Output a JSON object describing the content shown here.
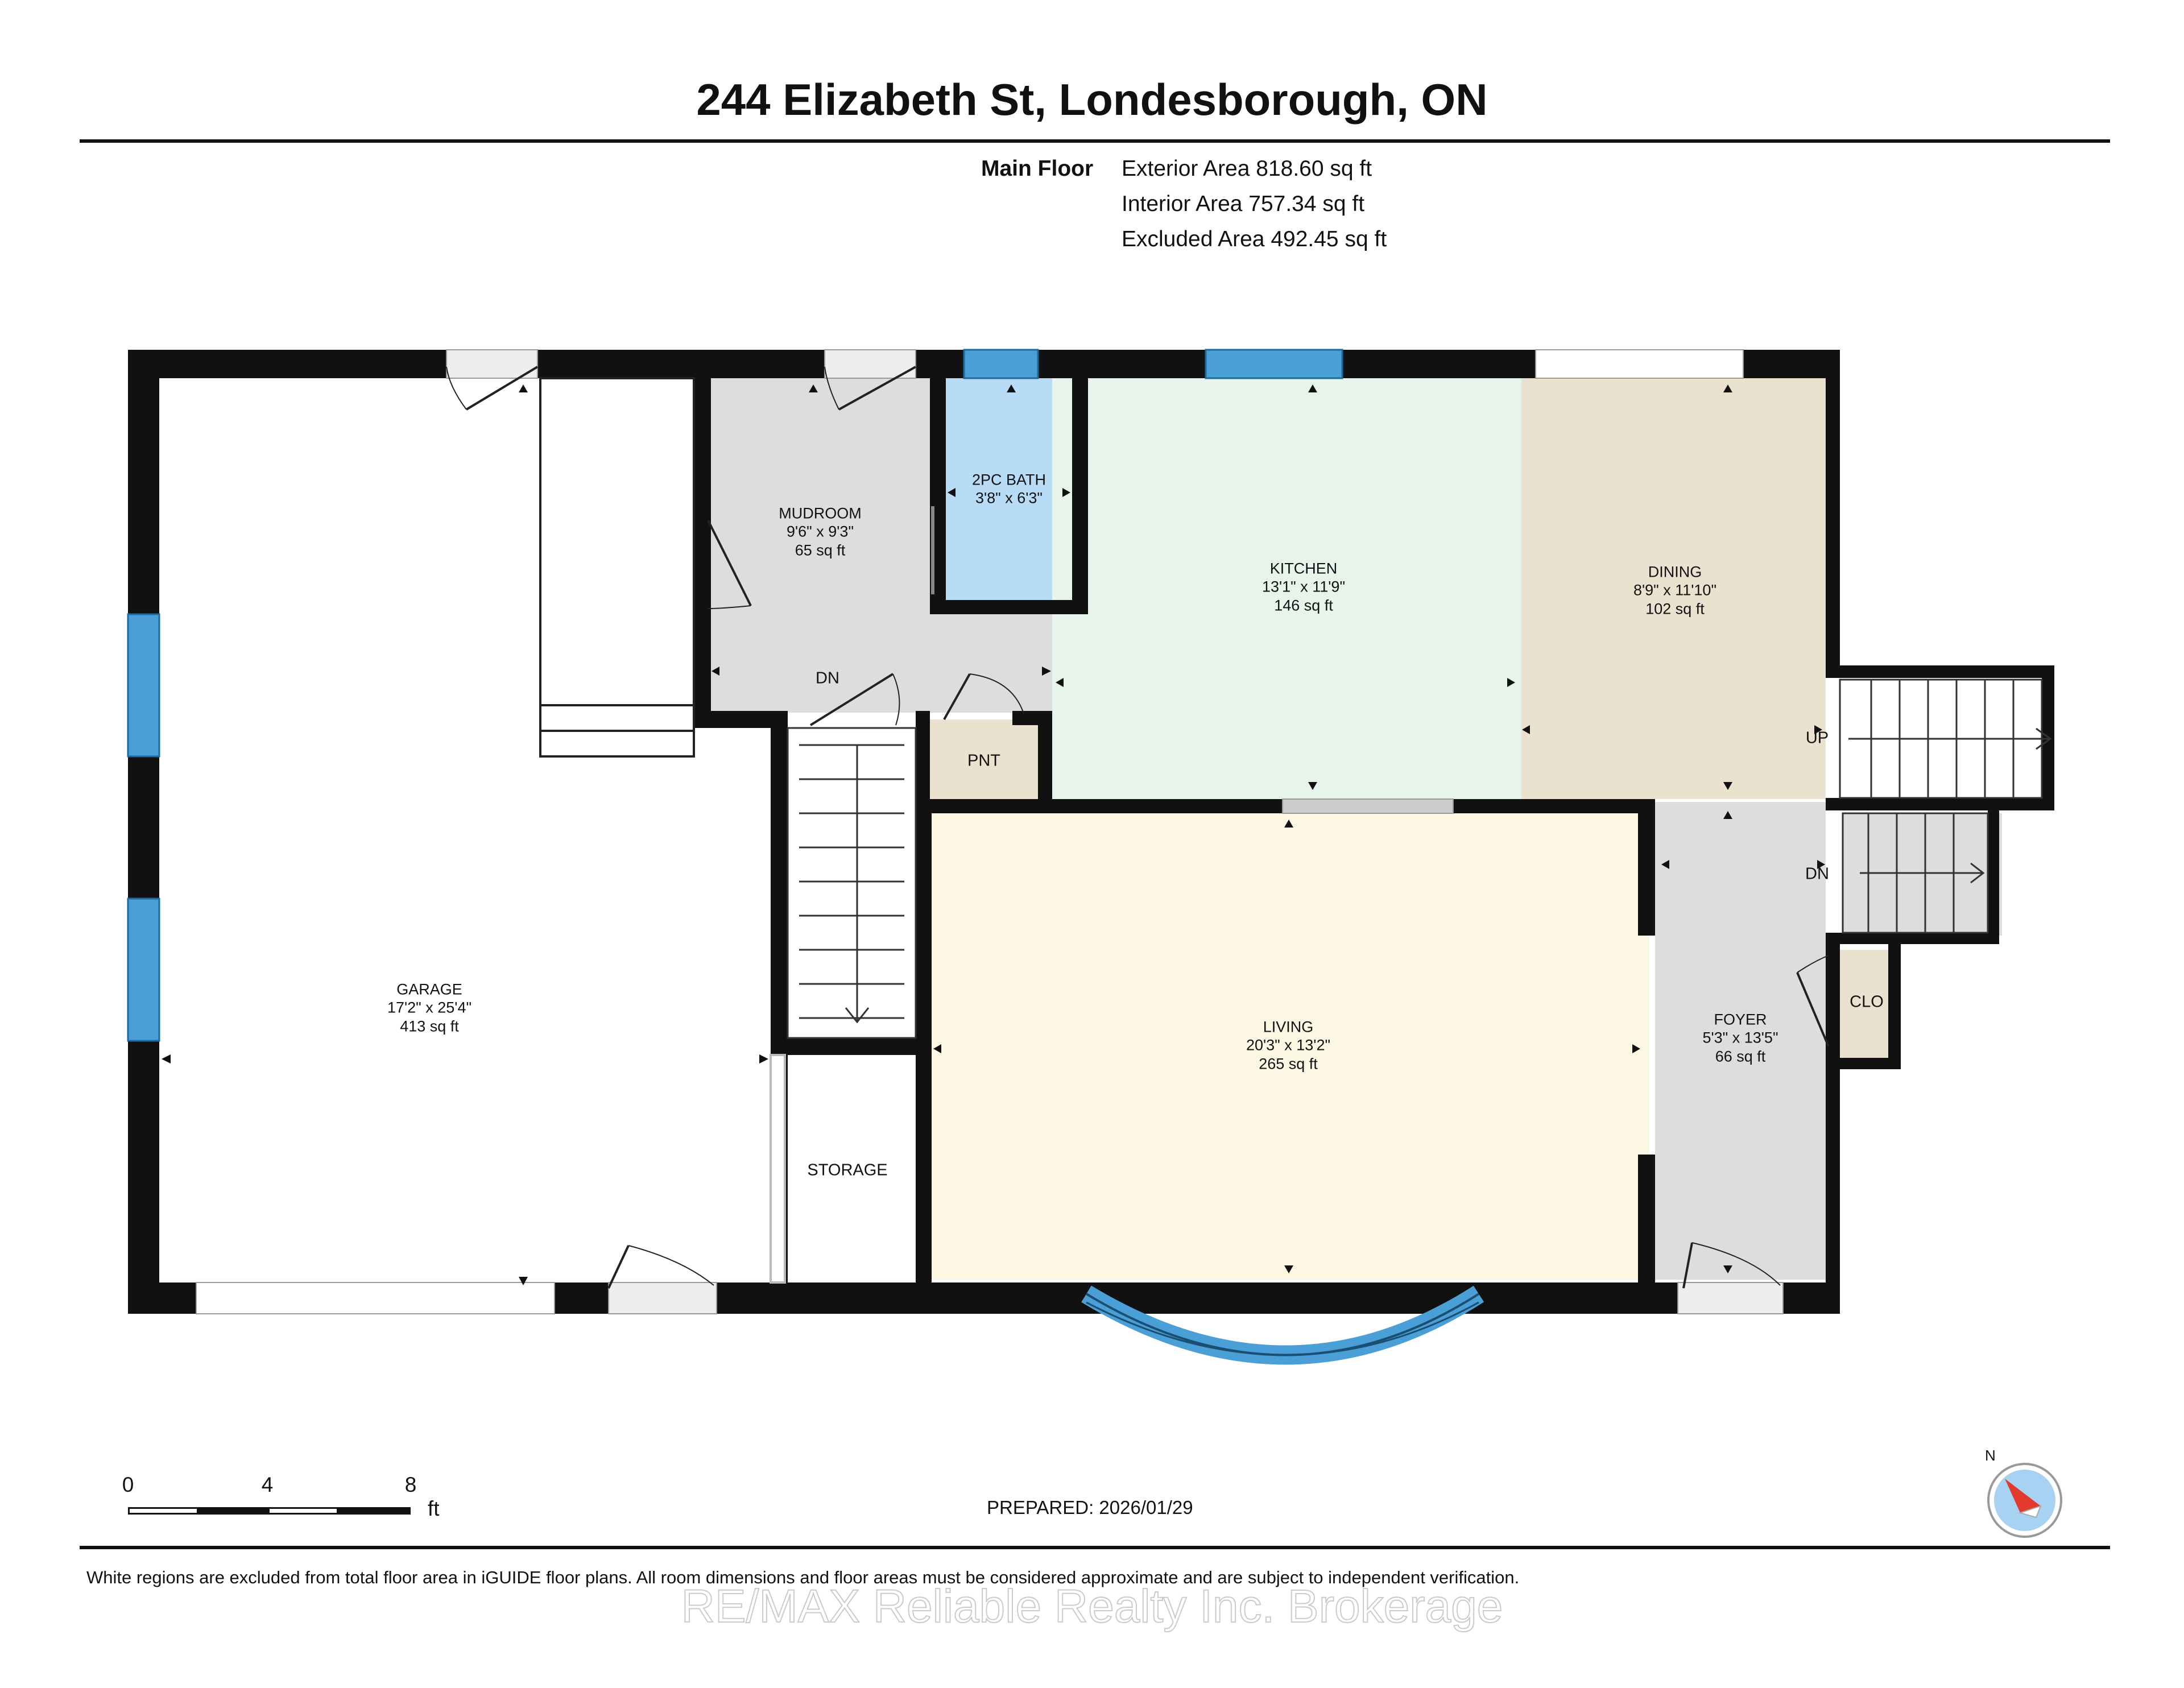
{
  "title": "244 Elizabeth St, Londesborough, ON",
  "floor": {
    "name": "Main Floor",
    "areas": [
      "Exterior Area 818.60 sq ft",
      "Interior Area 757.34 sq ft",
      "Excluded Area 492.45 sq ft"
    ]
  },
  "rooms": {
    "garage": {
      "name": "GARAGE",
      "dims": "17'2\" x 25'4\"",
      "area": "413 sq ft"
    },
    "mudroom": {
      "name": "MUDROOM",
      "dims": "9'6\" x 9'3\"",
      "area": "65 sq ft"
    },
    "bath": {
      "name": "2PC BATH",
      "dims": "3'8\" x 6'3\""
    },
    "kitchen": {
      "name": "KITCHEN",
      "dims": "13'1\" x 11'9\"",
      "area": "146 sq ft"
    },
    "dining": {
      "name": "DINING",
      "dims": "8'9\" x 11'10\"",
      "area": "102 sq ft"
    },
    "living": {
      "name": "LIVING",
      "dims": "20'3\" x 13'2\"",
      "area": "265 sq ft"
    },
    "foyer": {
      "name": "FOYER",
      "dims": "5'3\" x 13'5\"",
      "area": "66 sq ft"
    },
    "pantry": {
      "name": "PNT"
    },
    "closet": {
      "name": "CLO"
    },
    "storage": {
      "name": "STORAGE"
    }
  },
  "stair_labels": {
    "mud_dn": "DN",
    "up": "UP",
    "foyer_dn": "DN"
  },
  "scale": {
    "ticks": [
      "0",
      "4",
      "8"
    ],
    "unit": "ft"
  },
  "prepared": "PREPARED: 2026/01/29",
  "compass_label": "N",
  "disclaimer": "White regions are excluded from total floor area in iGUIDE floor plans. All room dimensions and floor areas must be considered approximate and are subject to independent verification.",
  "watermark": "RE/MAX Reliable Realty Inc. Brokerage",
  "colors": {
    "wall": "#111111",
    "window": "#4a9fd6",
    "kitchen": "#e6f4ec",
    "dining": "#ebe1cf",
    "living": "#fcf7e3",
    "gray_room": "#dddddd",
    "pantry": "#ebe1cf",
    "bath": "#b8dcf6"
  }
}
